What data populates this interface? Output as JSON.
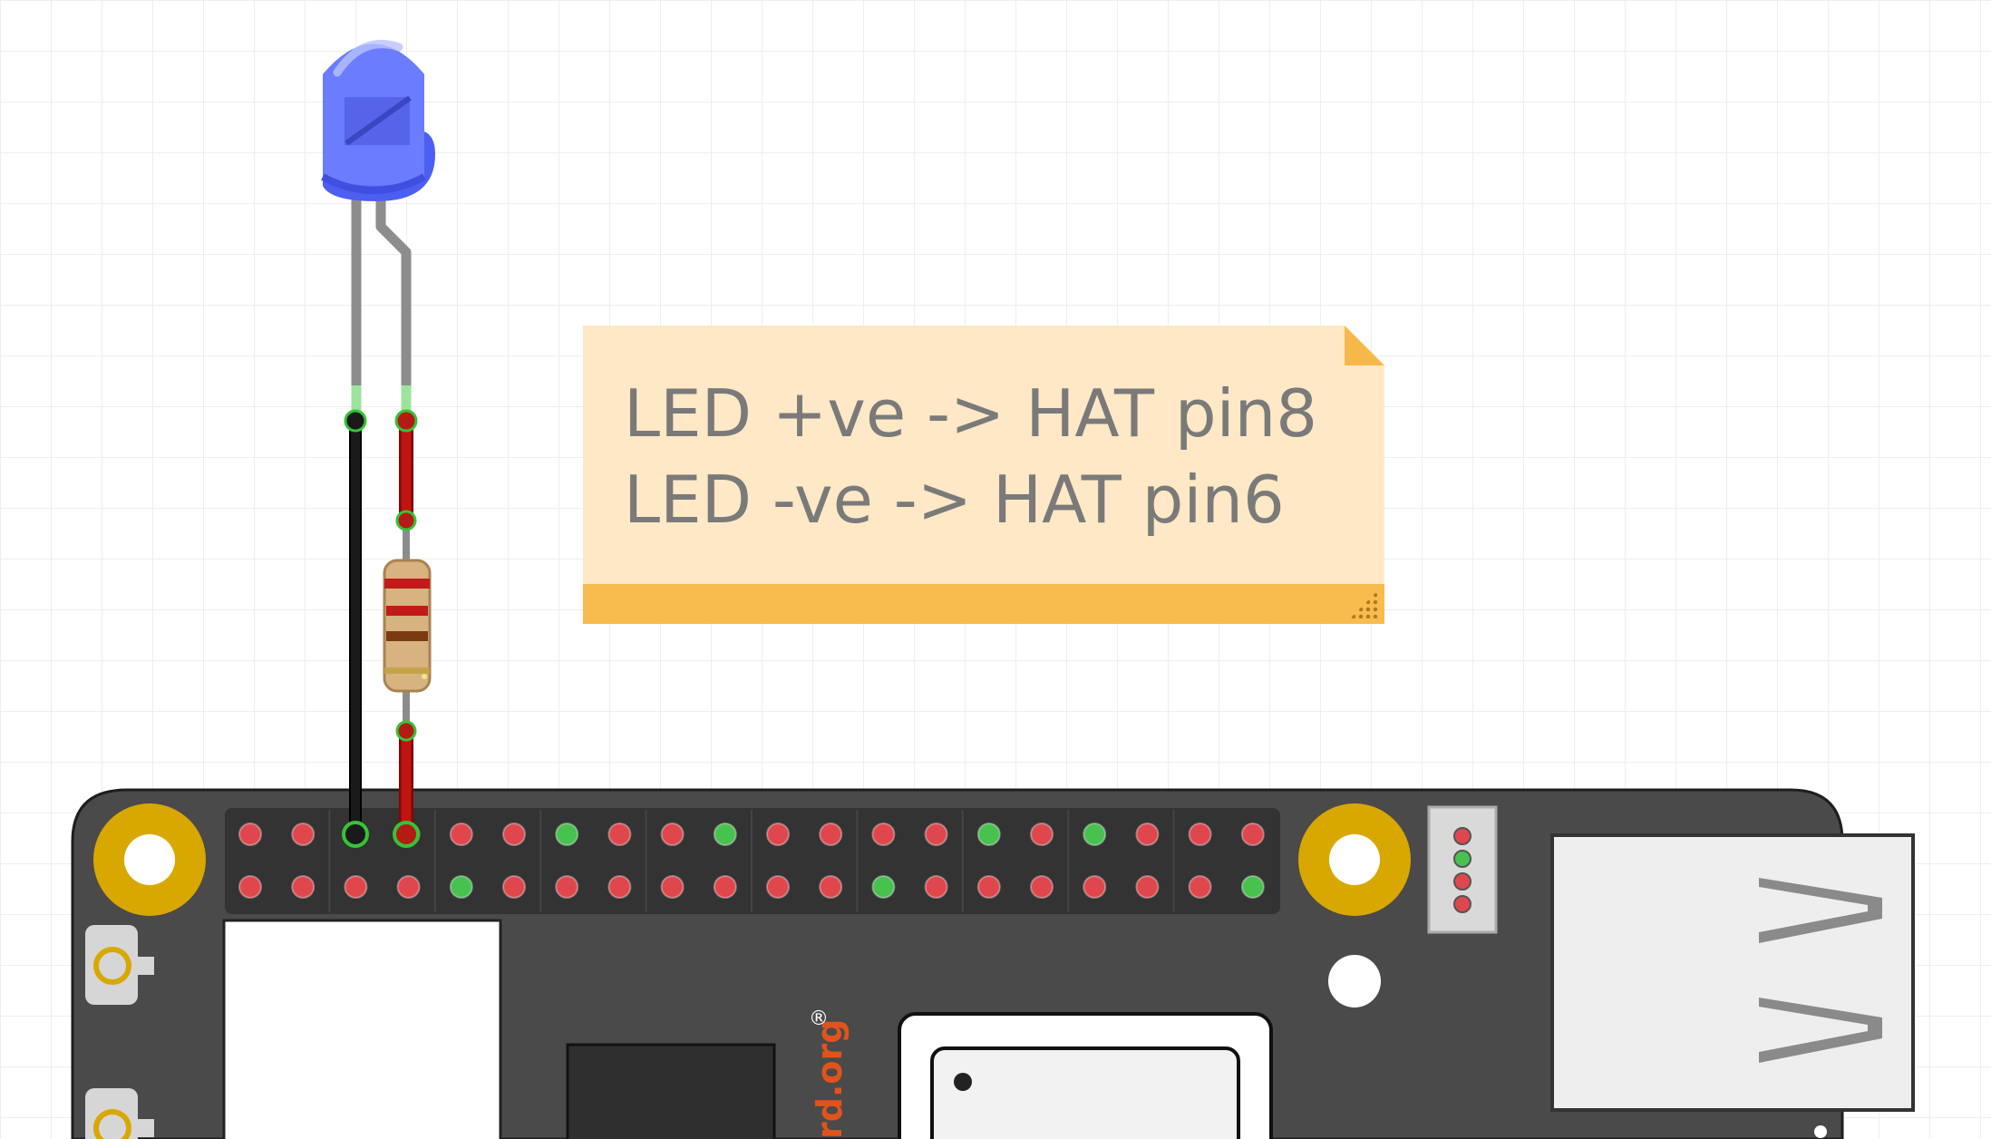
{
  "note": {
    "lines": [
      "LED +ve -> HAT pin8",
      "LED -ve -> HAT pin6"
    ]
  },
  "board": {
    "brand_text": "rd.org",
    "registered_mark": "®"
  },
  "components": {
    "led": "led-icon",
    "resistor": "resistor-icon",
    "usb_port": "usb-port-icon"
  },
  "colors": {
    "led_body": "#5b6cff",
    "wire_negative": "#1a1a1a",
    "wire_positive": "#c2140f",
    "pin_idle": "#e0474c",
    "pin_connected": "#47c24f",
    "board": "#4a4a4a",
    "mount_hole": "#d8a800",
    "note_bg": "#ffe8c6",
    "note_accent": "#f8bb4e",
    "brand": "#e0541c"
  },
  "header": {
    "top_row_states": [
      "idle",
      "idle",
      "connected",
      "connected",
      "idle",
      "idle",
      "connected",
      "idle",
      "idle",
      "connected",
      "idle",
      "idle",
      "idle",
      "idle",
      "connected",
      "idle",
      "connected",
      "idle",
      "idle",
      "idle"
    ],
    "bottom_row_states": [
      "idle",
      "idle",
      "idle",
      "idle",
      "connected",
      "idle",
      "idle",
      "idle",
      "idle",
      "idle",
      "idle",
      "idle",
      "connected",
      "idle",
      "idle",
      "idle",
      "idle",
      "idle",
      "idle",
      "connected"
    ]
  },
  "side_connector_states": [
    "idle",
    "connected",
    "idle",
    "idle"
  ]
}
